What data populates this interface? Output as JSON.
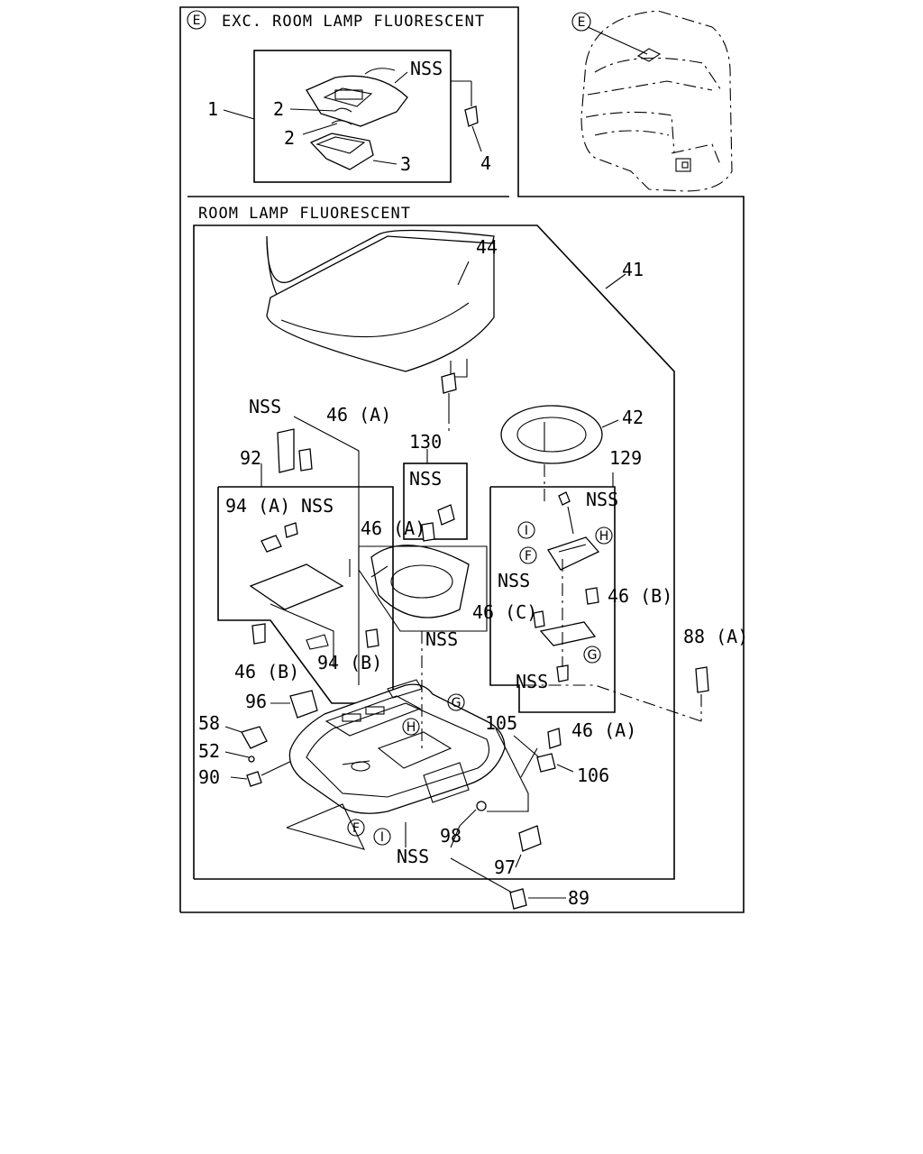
{
  "sections": {
    "exc": {
      "letter": "E",
      "title": "EXC. ROOM LAMP FLUORESCENT"
    },
    "fluor": {
      "title": "ROOM LAMP FLUORESCENT"
    }
  },
  "cab": {
    "marker": "E"
  },
  "labels": {
    "p1": "1",
    "p2a": "2",
    "p2b": "2",
    "p3": "3",
    "p4": "4",
    "nss_top": "NSS",
    "p44": "44",
    "p41": "41",
    "p42": "42",
    "p129": "129",
    "p130": "130",
    "p92": "92",
    "p46a_1": "46 (A)",
    "p46a_2": "46 (A)",
    "p46a_3": "46 (A)",
    "p46b_1": "46 (B)",
    "p46b_2": "46 (B)",
    "p46c": "46 (C)",
    "p94a": "94 (A)",
    "p94b": "94 (B)",
    "p96": "96",
    "p58": "58",
    "p52": "52",
    "p90": "90",
    "p88a": "88 (A)",
    "p105": "105",
    "p106": "106",
    "p98": "98",
    "p97": "97",
    "p89": "89",
    "nss1": "NSS",
    "nss2": "NSS",
    "nss3": "NSS",
    "nss4": "NSS",
    "nss5": "NSS",
    "nss6": "NSS",
    "nss7": "NSS",
    "nss8": "NSS"
  },
  "markers": {
    "F": "F",
    "G": "G",
    "H": "H",
    "I": "I"
  }
}
